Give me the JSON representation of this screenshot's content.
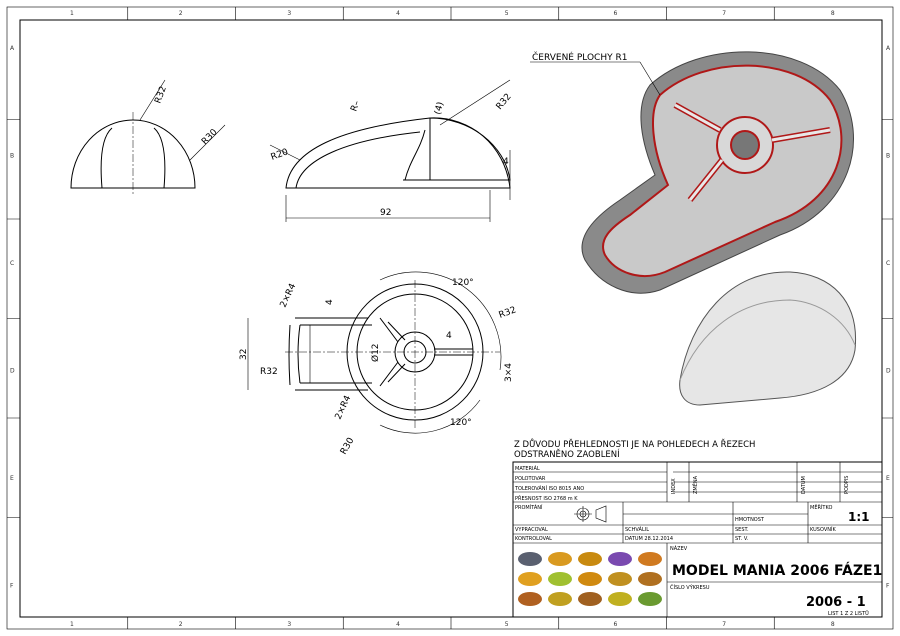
{
  "sheet": {
    "zones_columns": [
      "1",
      "2",
      "3",
      "4",
      "5",
      "6",
      "7",
      "8"
    ],
    "zones_rows": [
      "A",
      "B",
      "C",
      "D",
      "E",
      "F"
    ]
  },
  "views": {
    "front": {
      "r_top": "R32",
      "r_side": "R30"
    },
    "section": {
      "r_left": "R20",
      "r_unspec": "R–",
      "thickness": "(4)",
      "r_right": "R32",
      "height": "4",
      "length": "92"
    },
    "top": {
      "angle_top": "120°",
      "r4_top": "2×R4",
      "wall": "4",
      "width": "32",
      "r_left": "R32",
      "diameter": "Ø12",
      "hub": "4",
      "r_right": "R32",
      "slot": "3×4",
      "r4_bottom": "2×R4",
      "angle_bottom": "120°",
      "r_bottom": "R30"
    }
  },
  "callout": "ČERVENÉ PLOCHY R1",
  "note": [
    "Z DŮVODU PŘEHLEDNOSTI JE NA POHLEDECH A ŘEZECH",
    "ODSTRANĚNO ZAOBLENÍ"
  ],
  "title_block": {
    "material": "MATERIÁL",
    "polotovar": "POLOTOVAR",
    "tolerovani": "TOLEROVÁNÍ   ISO 8015    ANO",
    "presnost": "PŘESNOST   ISO 2768   m   K",
    "index": "INDEX",
    "zmena": "ZMĚNA",
    "datum_col": "DATUM",
    "podpis": "PODPIS",
    "promitani": "PROMÍTÁNÍ",
    "hmotnost": "HMOTNOST",
    "meritko": "MĚŘÍTKO",
    "scale": "1:1",
    "vypracoval": "VYPRACOVAL",
    "schvalil": "SCHVÁLIL",
    "sest": "SEST.",
    "kusovnik": "KUSOVNÍK",
    "kontroloval": "KONTROLOVAL",
    "datum": "DATUM     28.12.2014",
    "st_v": "ST. V.",
    "nazev_label": "NÁZEV",
    "nazev": "MODEL MANIA 2006 FÁZE1",
    "cislo_label": "ČÍSLO VÝKRESU",
    "cislo": "2006 - 1",
    "list": "LIST  1  Z  2  LISTŮ"
  },
  "colors": {
    "highlight": "#b01818",
    "part": "#9a9a9a"
  }
}
